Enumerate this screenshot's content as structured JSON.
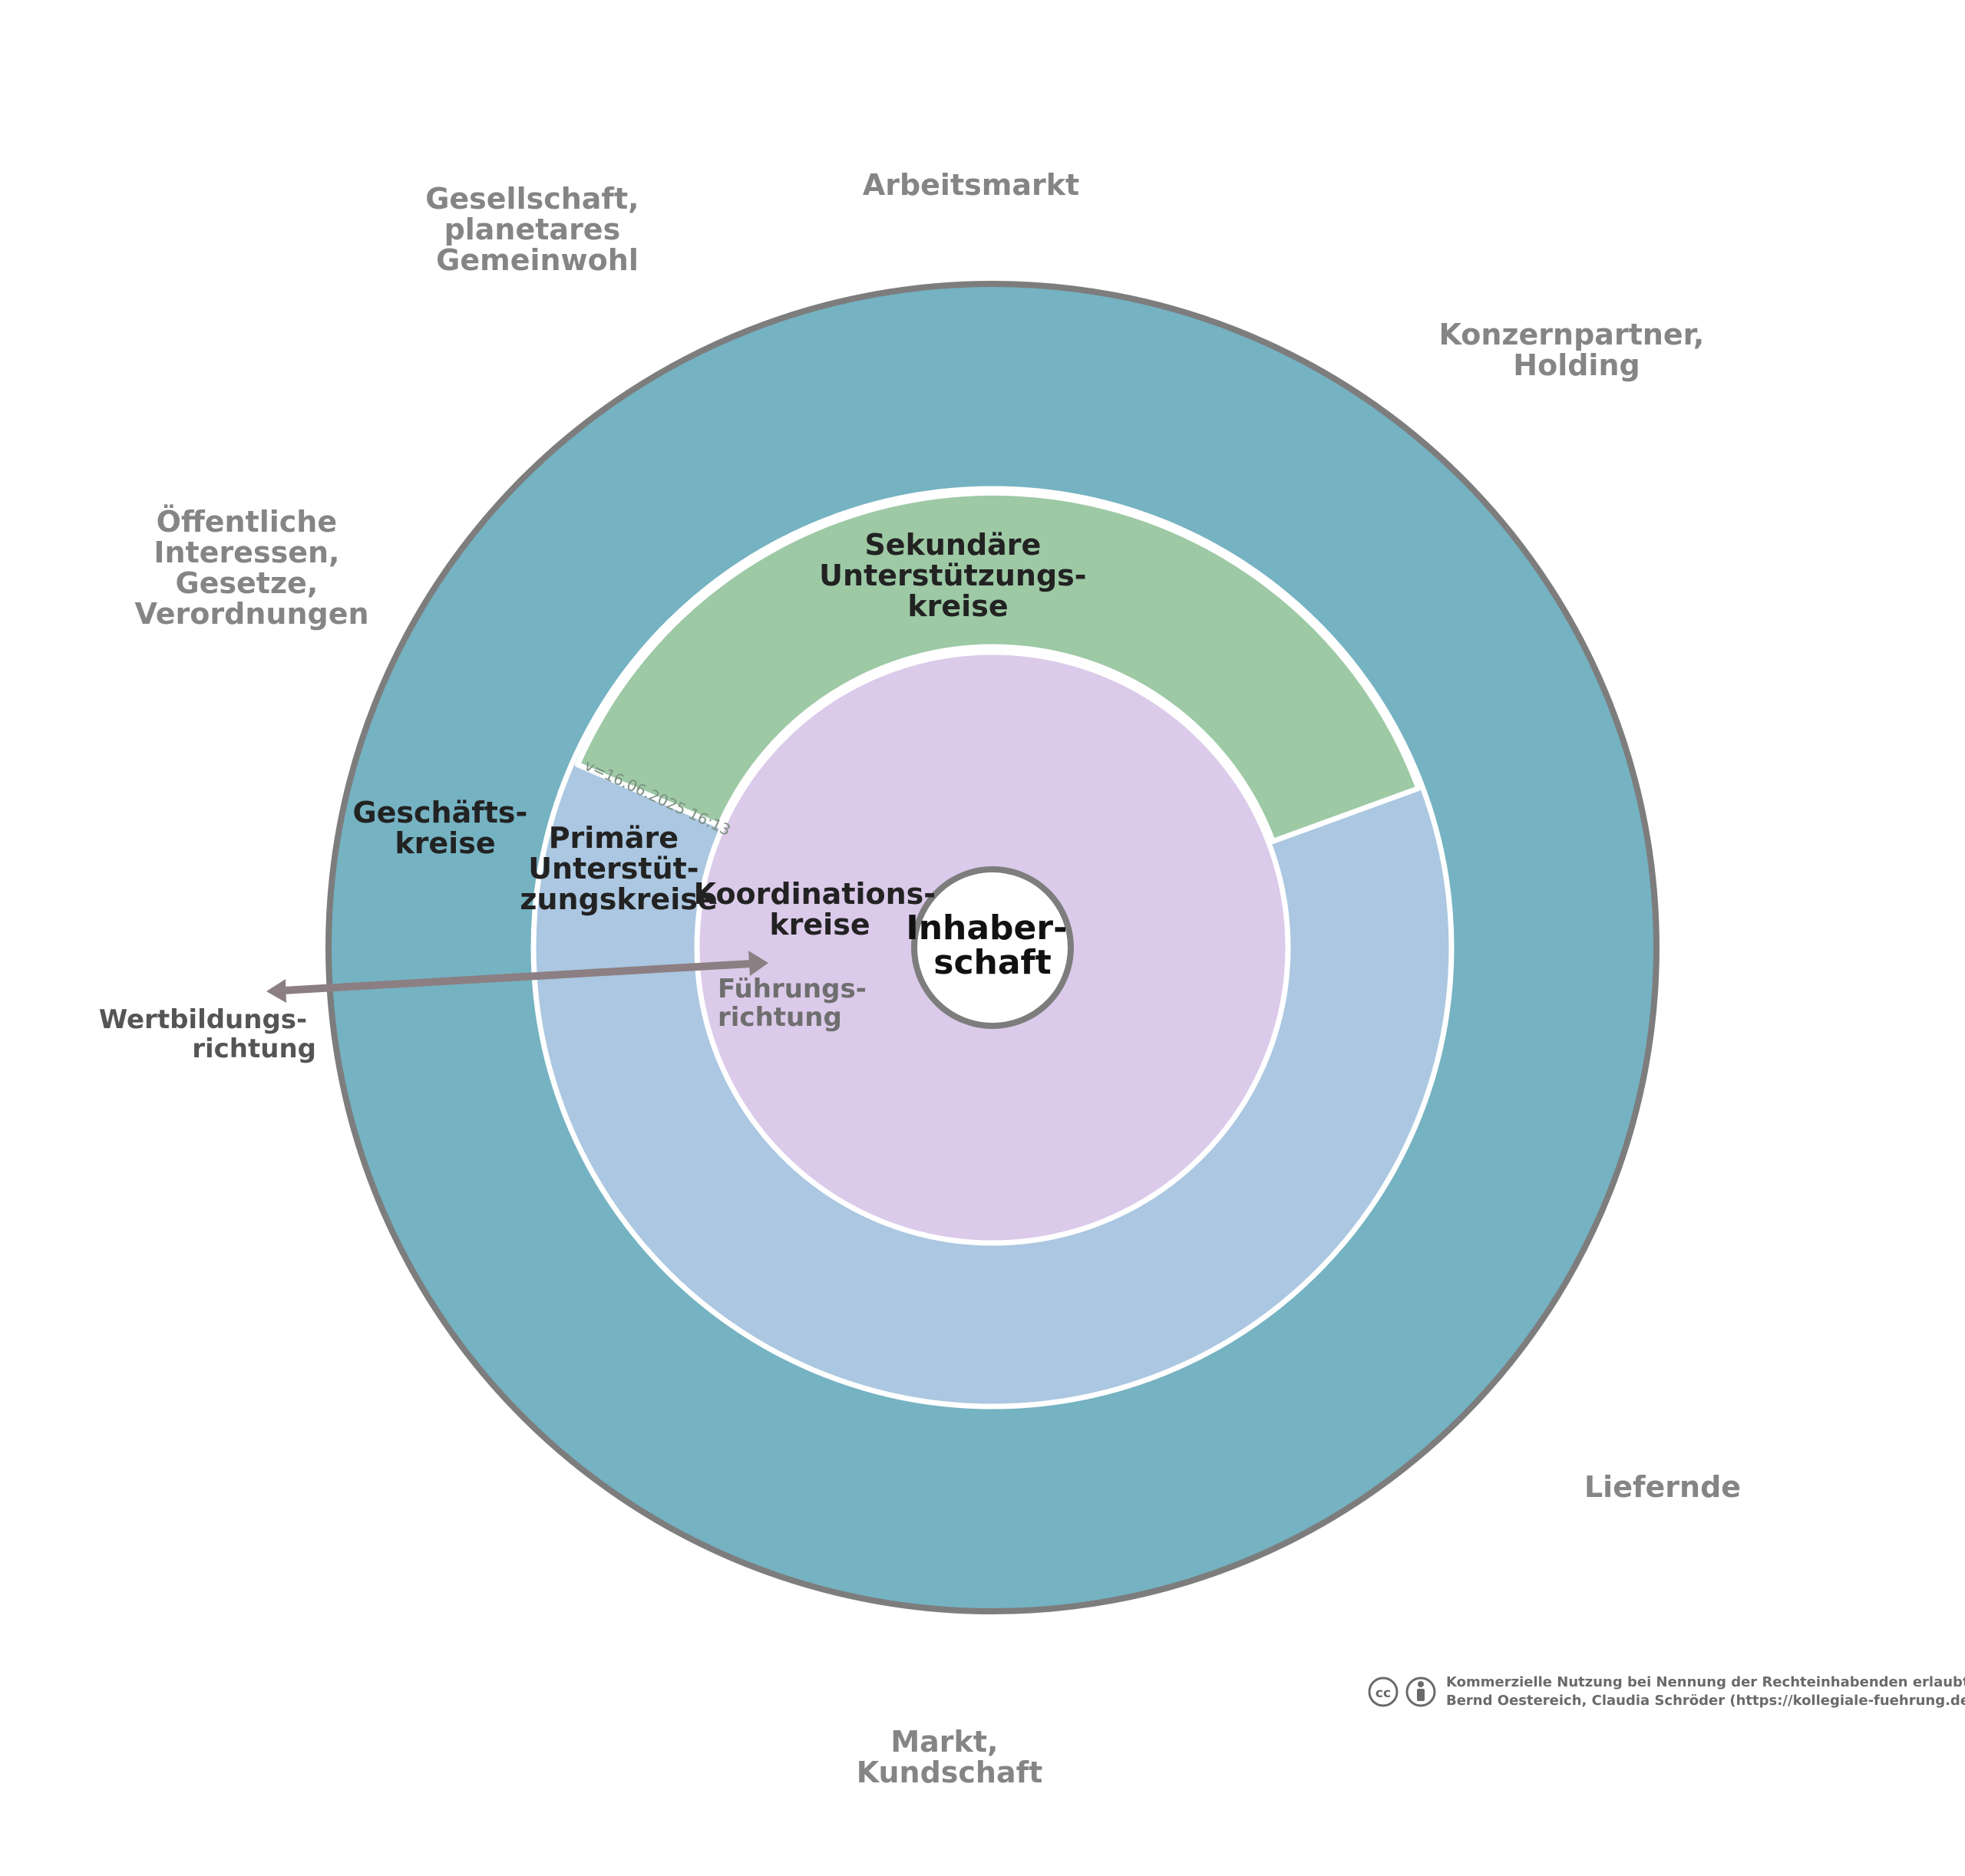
{
  "colors": {
    "outer_ring": "#75b2c2",
    "outer_border": "#7d7d7d",
    "primary_ring": "#abc7e1",
    "secondary_ring": "#9dc9a5",
    "coordination": "#dbcae9",
    "center": "#ffffff",
    "arrow": "#8c7f83",
    "outer_text": "#858585"
  },
  "icons": [
    "creative-commons-icon",
    "attribution-person-icon"
  ],
  "outer_labels": {
    "gesellschaft": [
      "Gesellschaft,",
      "planetares",
      "Gemeinwohl"
    ],
    "arbeitsmarkt": [
      "Arbeitsmarkt"
    ],
    "konzernpartner": [
      "Konzernpartner,",
      "Holding"
    ],
    "oeffentliche": [
      "Öffentliche",
      "Interessen,",
      "Gesetze,",
      "Verordnungen"
    ],
    "liefernde": [
      "Liefernde"
    ],
    "markt": [
      "Markt,",
      "Kundschaft"
    ]
  },
  "rings": {
    "geschaeftskreise": [
      "Geschäfts-",
      "kreise"
    ],
    "primaere": [
      "Primäre",
      "Unterstüt-",
      "zungskreise"
    ],
    "sekundaere": [
      "Sekundäre",
      "Unterstützungs-",
      "kreise"
    ],
    "koordination": [
      "Koordinations-",
      "kreise"
    ],
    "inhaberschaft": [
      "Inhaber-",
      "schaft"
    ]
  },
  "arrow": {
    "wertbildung": [
      "Wertbildungs-",
      "richtung"
    ],
    "fuehrung": [
      "Führungs-",
      "richtung"
    ]
  },
  "version": "v=16.06.2025 16:13",
  "license": [
    "Kommerzielle Nutzung bei Nennung der Rechteinhabenden erlaubt:",
    "Bernd Oestereich, Claudia Schröder (https://kollegiale-fuehrung.de)"
  ]
}
